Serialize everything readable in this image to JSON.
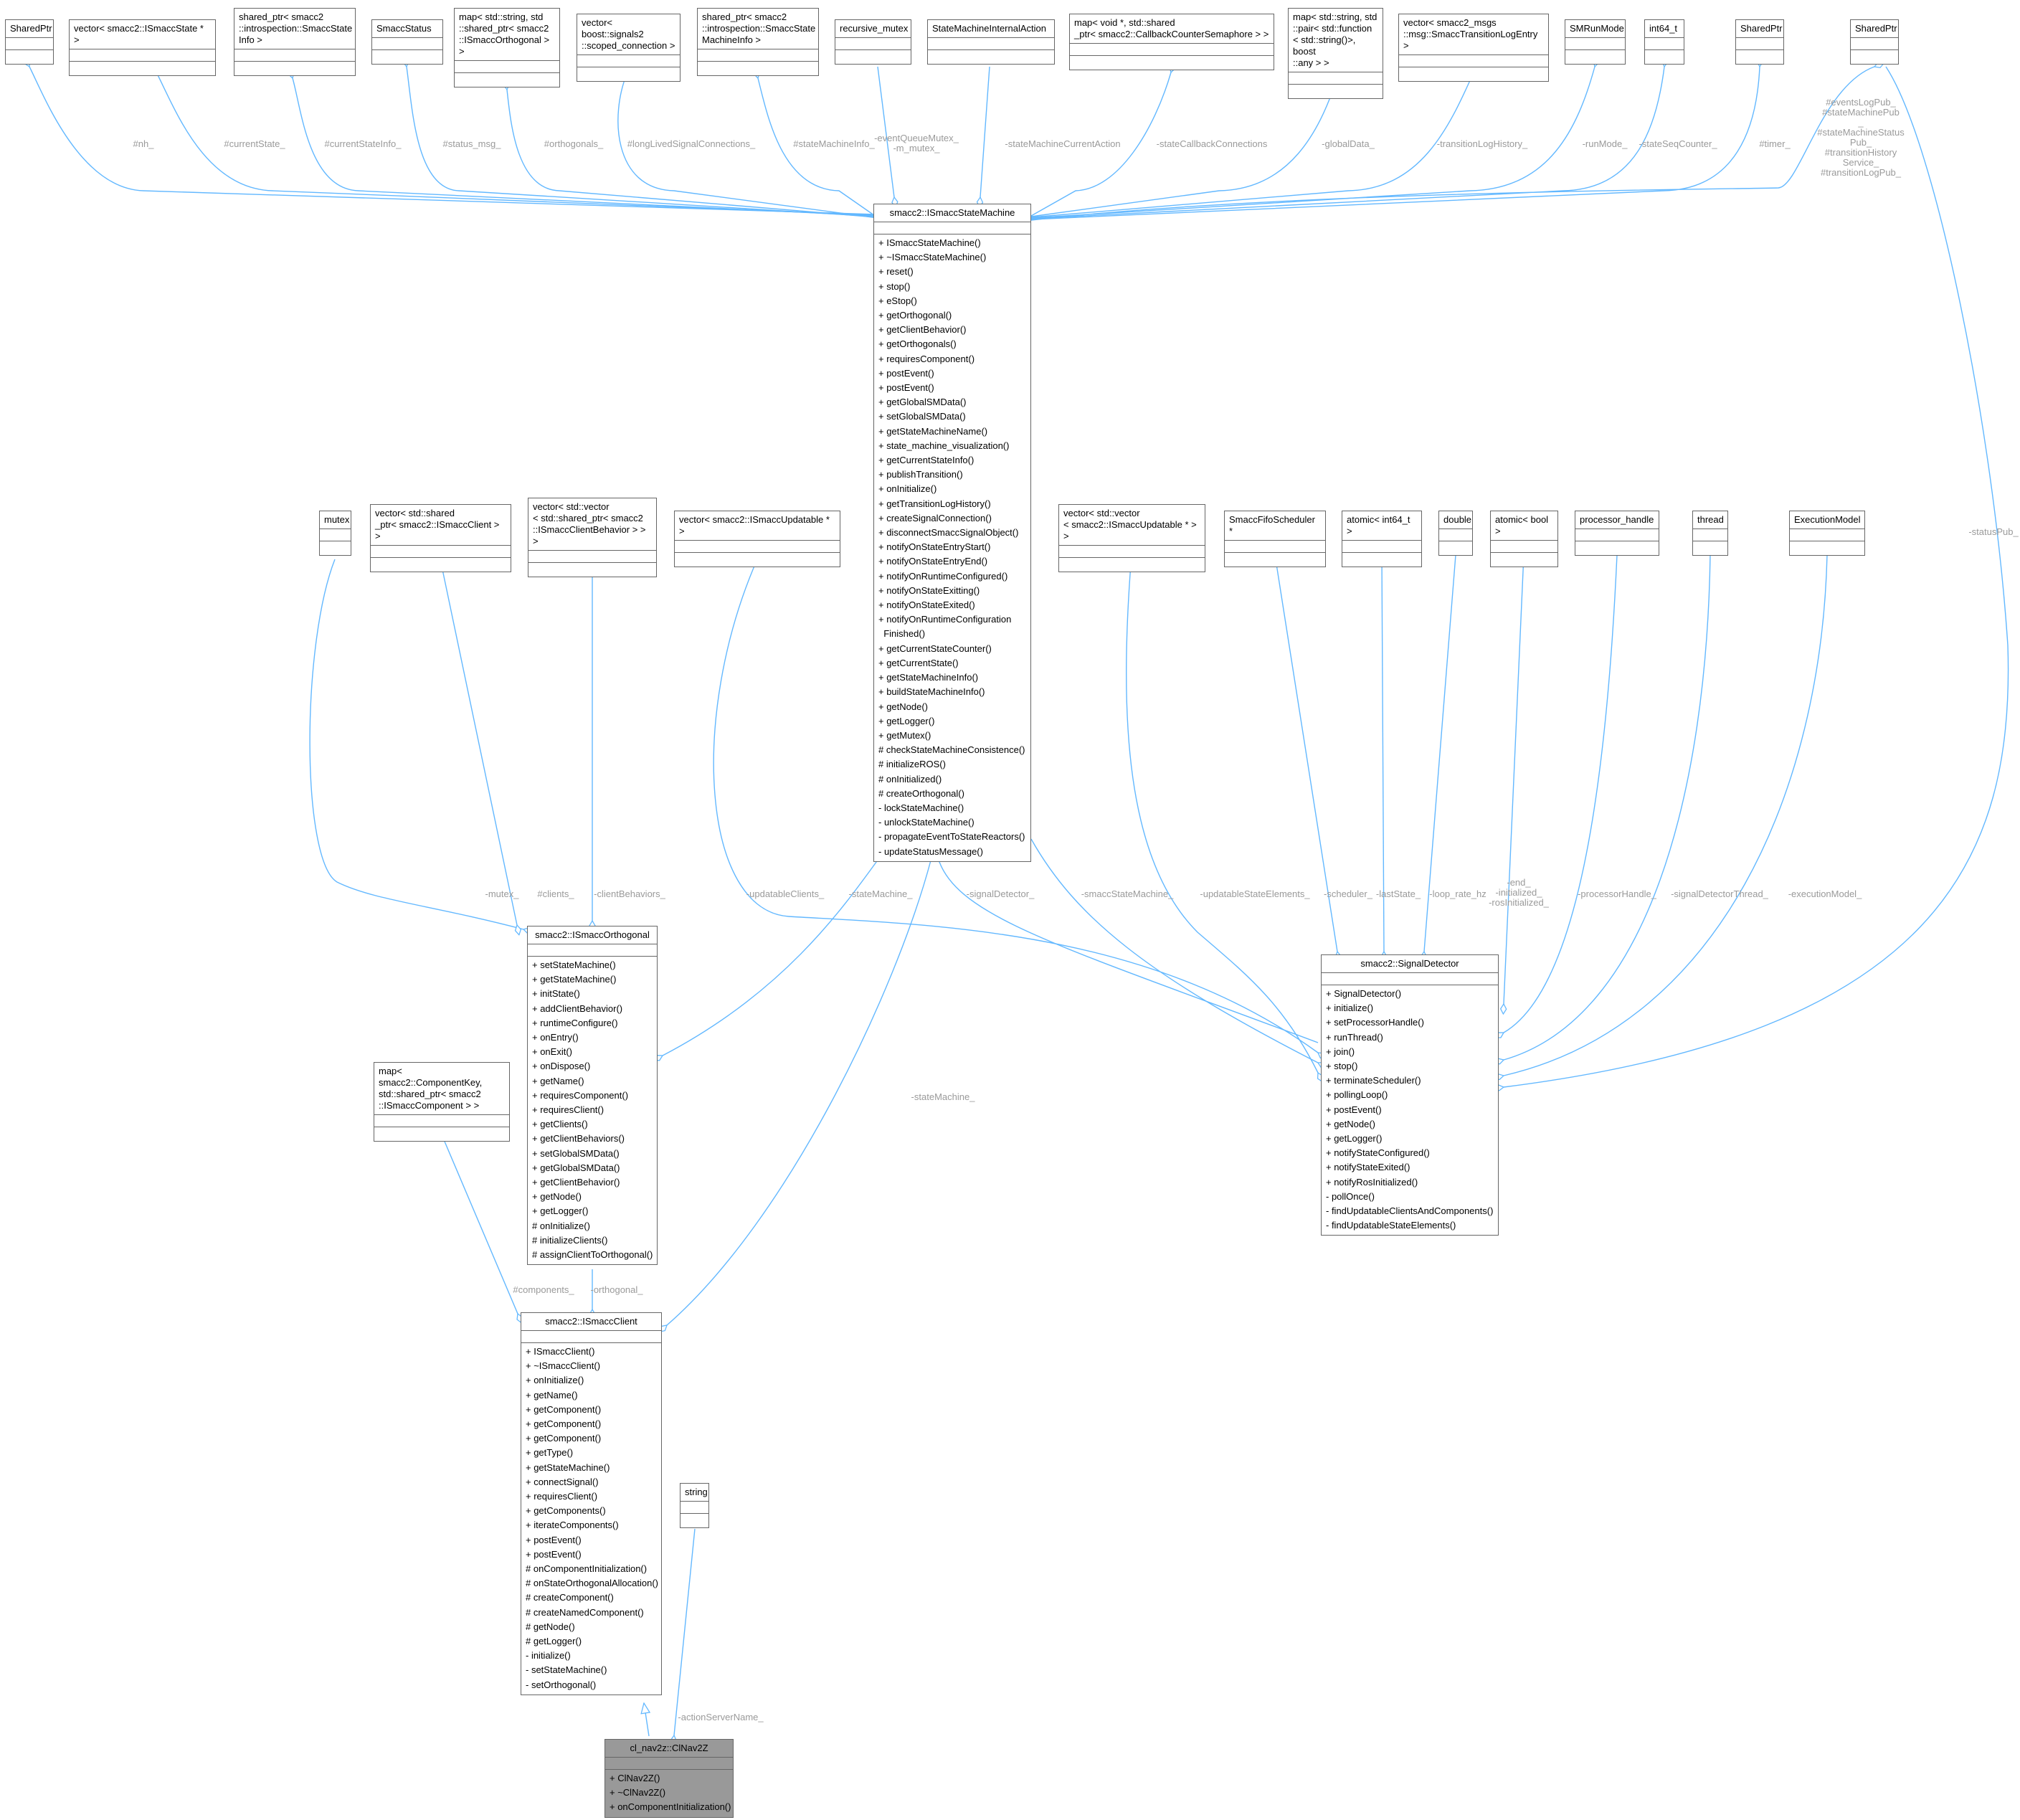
{
  "colors": {
    "edge": "#63b8ff",
    "label": "#9a9a9a",
    "highlight": "#999999"
  },
  "classes": [
    {
      "id": "c_sharedptr_nh",
      "title": "SharedPtr",
      "members": []
    },
    {
      "id": "c_vec_state",
      "title": "vector< smacc2::ISmaccState * >",
      "members": []
    },
    {
      "id": "c_sp_stateinfo",
      "title": "shared_ptr< smacc2\n::introspection::SmaccState\nInfo >",
      "members": []
    },
    {
      "id": "c_smaccstatus",
      "title": "SmaccStatus",
      "members": []
    },
    {
      "id": "c_map_orth",
      "title": "map< std::string, std\n::shared_ptr< smacc2\n::ISmaccOrthogonal > >",
      "members": []
    },
    {
      "id": "c_vec_scoped",
      "title": "vector< boost::signals2\n::scoped_connection >",
      "members": []
    },
    {
      "id": "c_sp_sminfo",
      "title": "shared_ptr< smacc2\n::introspection::SmaccState\nMachineInfo >",
      "members": []
    },
    {
      "id": "c_recmutex",
      "title": "recursive_mutex",
      "members": []
    },
    {
      "id": "c_smia",
      "title": "StateMachineInternalAction",
      "members": []
    },
    {
      "id": "c_map_void",
      "title": "map< void *, std::shared\n_ptr< smacc2::CallbackCounterSemaphore > >",
      "members": []
    },
    {
      "id": "c_map_pair",
      "title": "map< std::string, std\n::pair< std::function\n< std::string()>, boost\n::any > >",
      "members": []
    },
    {
      "id": "c_vec_tlog",
      "title": "vector< smacc2_msgs\n::msg::SmaccTransitionLogEntry >",
      "members": []
    },
    {
      "id": "c_smrunmode",
      "title": "SMRunMode",
      "members": []
    },
    {
      "id": "c_int64",
      "title": "int64_t",
      "members": []
    },
    {
      "id": "c_sharedptr_timer",
      "title": "SharedPtr",
      "members": []
    },
    {
      "id": "c_sharedptr_pub",
      "title": "SharedPtr",
      "members": []
    },
    {
      "id": "c_ism",
      "title": "smacc2::ISmaccStateMachine",
      "members": [
        "+ ISmaccStateMachine()",
        "+ ~ISmaccStateMachine()",
        "+ reset()",
        "+ stop()",
        "+ eStop()",
        "+ getOrthogonal()",
        "+ getClientBehavior()",
        "+ getOrthogonals()",
        "+ requiresComponent()",
        "+ postEvent()",
        "+ postEvent()",
        "+ getGlobalSMData()",
        "+ setGlobalSMData()",
        "+ getStateMachineName()",
        "+ state_machine_visualization()",
        "+ getCurrentStateInfo()",
        "+ publishTransition()",
        "+ onInitialize()",
        "+ getTransitionLogHistory()",
        "+ createSignalConnection()",
        "+ disconnectSmaccSignalObject()",
        "+ notifyOnStateEntryStart()",
        "+ notifyOnStateEntryEnd()",
        "+ notifyOnRuntimeConfigured()",
        "+ notifyOnStateExitting()",
        "+ notifyOnStateExited()",
        "+ notifyOnRuntimeConfiguration\n  Finished()",
        "+ getCurrentStateCounter()",
        "+ getCurrentState()",
        "+ getStateMachineInfo()",
        "+ buildStateMachineInfo()",
        "+ getNode()",
        "+ getLogger()",
        "+ getMutex()",
        "# checkStateMachineConsistence()",
        "# initializeROS()",
        "# onInitialized()",
        "# createOrthogonal()",
        "- lockStateMachine()",
        "- unlockStateMachine()",
        "- propagateEventToStateReactors()",
        "- updateStatusMessage()"
      ]
    },
    {
      "id": "c_mutex",
      "title": "mutex",
      "members": []
    },
    {
      "id": "c_vec_clients",
      "title": "vector< std::shared\n_ptr< smacc2::ISmaccClient > >",
      "members": []
    },
    {
      "id": "c_vec_cb",
      "title": "vector< std::vector\n< std::shared_ptr< smacc2\n::ISmaccClientBehavior > > >",
      "members": []
    },
    {
      "id": "c_vec_upd",
      "title": "vector< smacc2::ISmaccUpdatable * >",
      "members": []
    },
    {
      "id": "c_vec_vec_upd",
      "title": "vector< std::vector\n< smacc2::ISmaccUpdatable * > >",
      "members": []
    },
    {
      "id": "c_fifo",
      "title": "SmaccFifoScheduler *",
      "members": []
    },
    {
      "id": "c_atomic_int",
      "title": "atomic< int64_t >",
      "members": []
    },
    {
      "id": "c_double",
      "title": "double",
      "members": []
    },
    {
      "id": "c_atomic_bool",
      "title": "atomic< bool >",
      "members": []
    },
    {
      "id": "c_proc",
      "title": "processor_handle",
      "members": []
    },
    {
      "id": "c_thread",
      "title": "thread",
      "members": []
    },
    {
      "id": "c_exec",
      "title": "ExecutionModel",
      "members": []
    },
    {
      "id": "c_orth",
      "title": "smacc2::ISmaccOrthogonal",
      "members": [
        "+ setStateMachine()",
        "+ getStateMachine()",
        "+ initState()",
        "+ addClientBehavior()",
        "+ runtimeConfigure()",
        "+ onEntry()",
        "+ onExit()",
        "+ onDispose()",
        "+ getName()",
        "+ requiresComponent()",
        "+ requiresClient()",
        "+ getClients()",
        "+ getClientBehaviors()",
        "+ setGlobalSMData()",
        "+ getGlobalSMData()",
        "+ getClientBehavior()",
        "+ getNode()",
        "+ getLogger()",
        "# onInitialize()",
        "# initializeClients()",
        "# assignClientToOrthogonal()"
      ]
    },
    {
      "id": "c_sig",
      "title": "smacc2::SignalDetector",
      "members": [
        "+ SignalDetector()",
        "+ initialize()",
        "+ setProcessorHandle()",
        "+ runThread()",
        "+ join()",
        "+ stop()",
        "+ terminateScheduler()",
        "+ pollingLoop()",
        "+ postEvent()",
        "+ getNode()",
        "+ getLogger()",
        "+ notifyStateConfigured()",
        "+ notifyStateExited()",
        "+ notifyRosInitialized()",
        "- pollOnce()",
        "- findUpdatableClientsAndComponents()",
        "- findUpdatableStateElements()"
      ]
    },
    {
      "id": "c_map_comp",
      "title": "map< smacc2::ComponentKey,\n std::shared_ptr< smacc2\n::ISmaccComponent > >",
      "members": []
    },
    {
      "id": "c_client",
      "title": "smacc2::ISmaccClient",
      "members": [
        "+ ISmaccClient()",
        "+ ~ISmaccClient()",
        "+ onInitialize()",
        "+ getName()",
        "+ getComponent()",
        "+ getComponent()",
        "+ getComponent()",
        "+ getType()",
        "+ getStateMachine()",
        "+ connectSignal()",
        "+ requiresClient()",
        "+ getComponents()",
        "+ iterateComponents()",
        "+ postEvent()",
        "+ postEvent()",
        "# onComponentInitialization()",
        "# onStateOrthogonalAllocation()",
        "# createComponent()",
        "# createNamedComponent()",
        "# getNode()",
        "# getLogger()",
        "- initialize()",
        "- setStateMachine()",
        "- setOrthogonal()"
      ]
    },
    {
      "id": "c_string",
      "title": "string",
      "members": []
    },
    {
      "id": "c_nav2z",
      "title": "cl_nav2z::ClNav2Z",
      "members": [
        "+ ClNav2Z()",
        "+ ~ClNav2Z()",
        "+ onComponentInitialization()"
      ]
    }
  ],
  "edge_labels": [
    {
      "id": "l_nh",
      "text": "#nh_"
    },
    {
      "id": "l_curstate",
      "text": "#currentState_"
    },
    {
      "id": "l_curstateinfo",
      "text": "#currentStateInfo_"
    },
    {
      "id": "l_status",
      "text": "#status_msg_"
    },
    {
      "id": "l_orthogonals",
      "text": "#orthogonals_"
    },
    {
      "id": "l_longlived",
      "text": "#longLivedSignalConnections_"
    },
    {
      "id": "l_sminfo",
      "text": "#stateMachineInfo_"
    },
    {
      "id": "l_mutex",
      "text": "-eventQueueMutex_\n-m_mutex_"
    },
    {
      "id": "l_action",
      "text": "-stateMachineCurrentAction"
    },
    {
      "id": "l_cbconn",
      "text": "-stateCallbackConnections"
    },
    {
      "id": "l_global",
      "text": "-globalData_"
    },
    {
      "id": "l_tlog",
      "text": "-transitionLogHistory_"
    },
    {
      "id": "l_runmode",
      "text": "-runMode_"
    },
    {
      "id": "l_seq",
      "text": "-stateSeqCounter_"
    },
    {
      "id": "l_timer",
      "text": "#timer_"
    },
    {
      "id": "l_pubs",
      "text": "#eventsLogPub_\n#stateMachinePub\n_\n#stateMachineStatus\nPub_\n#transitionHistory\nService_\n#transitionLogPub_"
    },
    {
      "id": "l_statuspub",
      "text": "-statusPub_"
    },
    {
      "id": "l_omutex",
      "text": "-mutex_"
    },
    {
      "id": "l_oclients",
      "text": "#clients_"
    },
    {
      "id": "l_ocb",
      "text": "-clientBehaviors_"
    },
    {
      "id": "l_updclients",
      "text": "-updatableClients_"
    },
    {
      "id": "l_osm",
      "text": "-stateMachine_"
    },
    {
      "id": "l_sigdet",
      "text": "-signalDetector_"
    },
    {
      "id": "l_smaccsm",
      "text": "-smaccStateMachine_"
    },
    {
      "id": "l_updstate",
      "text": "-updatableStateElements_"
    },
    {
      "id": "l_sched",
      "text": "-scheduler_"
    },
    {
      "id": "l_laststate",
      "text": "-lastState_"
    },
    {
      "id": "l_loop",
      "text": "-loop_rate_hz"
    },
    {
      "id": "l_end",
      "text": "-end_\n-initialized_\n-rosInitialized_"
    },
    {
      "id": "l_proc",
      "text": "-processorHandle_"
    },
    {
      "id": "l_sigthread",
      "text": "-signalDetectorThread_"
    },
    {
      "id": "l_exec",
      "text": "-executionModel_"
    },
    {
      "id": "l_csm",
      "text": "-stateMachine_"
    },
    {
      "id": "l_comps",
      "text": "#components_"
    },
    {
      "id": "l_corth",
      "text": "-orthogonal_"
    },
    {
      "id": "l_asn",
      "text": "-actionServerName_"
    }
  ]
}
